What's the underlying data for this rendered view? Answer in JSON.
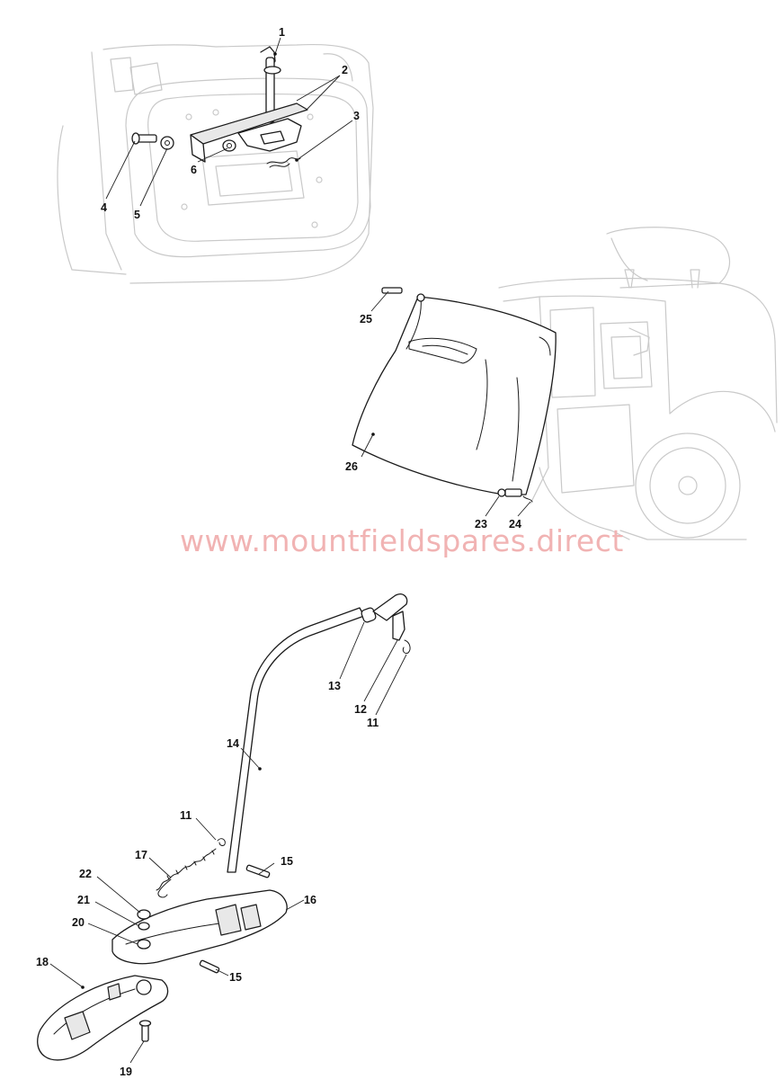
{
  "watermark": "www.mountfieldspares.direct",
  "callouts": [
    {
      "id": "c1",
      "text": "1"
    },
    {
      "id": "c2",
      "text": "2"
    },
    {
      "id": "c3",
      "text": "3"
    },
    {
      "id": "c4",
      "text": "4"
    },
    {
      "id": "c5",
      "text": "5"
    },
    {
      "id": "c6",
      "text": "6"
    },
    {
      "id": "c25",
      "text": "25"
    },
    {
      "id": "c26",
      "text": "26"
    },
    {
      "id": "c23",
      "text": "23"
    },
    {
      "id": "c24",
      "text": "24"
    },
    {
      "id": "c13",
      "text": "13"
    },
    {
      "id": "c12",
      "text": "12"
    },
    {
      "id": "c11a",
      "text": "11"
    },
    {
      "id": "c14",
      "text": "14"
    },
    {
      "id": "c11b",
      "text": "11"
    },
    {
      "id": "c17",
      "text": "17"
    },
    {
      "id": "c15a",
      "text": "15"
    },
    {
      "id": "c22",
      "text": "22"
    },
    {
      "id": "c16",
      "text": "16"
    },
    {
      "id": "c21",
      "text": "21"
    },
    {
      "id": "c20",
      "text": "20"
    },
    {
      "id": "c15b",
      "text": "15"
    },
    {
      "id": "c18",
      "text": "18"
    },
    {
      "id": "c19",
      "text": "19"
    }
  ]
}
